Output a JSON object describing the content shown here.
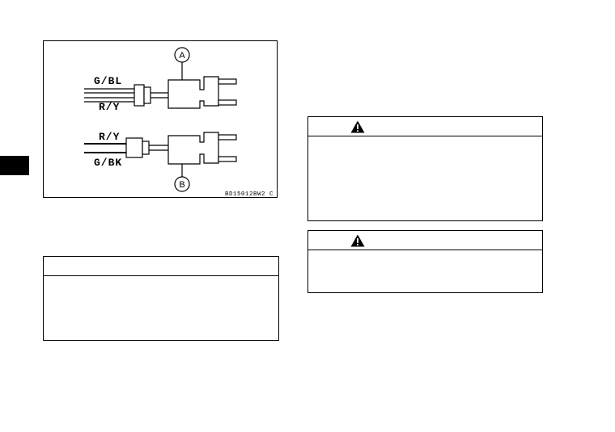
{
  "diagram": {
    "wires_top": [
      "G/BL",
      "R/Y"
    ],
    "wires_bottom": [
      "R/Y",
      "G/BK"
    ],
    "callouts": [
      "A",
      "B"
    ],
    "figure_code": "BD15012BW2 C"
  },
  "boxes": {
    "note_box": {
      "header": "",
      "body": ""
    },
    "warning_box_1": {
      "icon": "warning-triangle-icon"
    },
    "warning_box_2": {
      "icon": "warning-triangle-icon"
    }
  }
}
